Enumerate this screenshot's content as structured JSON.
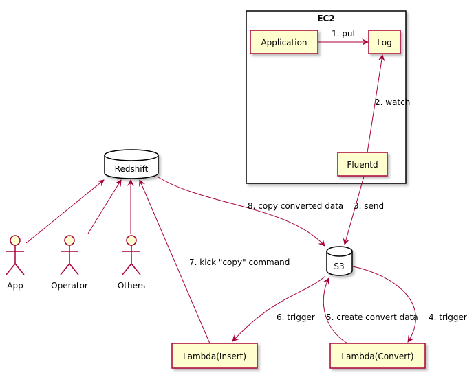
{
  "colors": {
    "node_fill": "#FEFECE",
    "border": "#A80036",
    "edge": "#A80036"
  },
  "frame": {
    "title": "EC2"
  },
  "nodes": {
    "application": "Application",
    "log": "Log",
    "fluentd": "Fluentd",
    "redshift": "Redshift",
    "s3": "S3",
    "lambda_insert": "Lambda(Insert)",
    "lambda_convert": "Lambda(Convert)"
  },
  "actors": {
    "app": "App",
    "operator": "Operator",
    "others": "Others"
  },
  "edges": {
    "e1": "1. put",
    "e2": "2. watch",
    "e3": "3. send",
    "e4": "4. trigger",
    "e5": "5. create convert data",
    "e6": "6. trigger",
    "e7": "7. kick \"copy\" command",
    "e8": "8. copy converted data"
  }
}
